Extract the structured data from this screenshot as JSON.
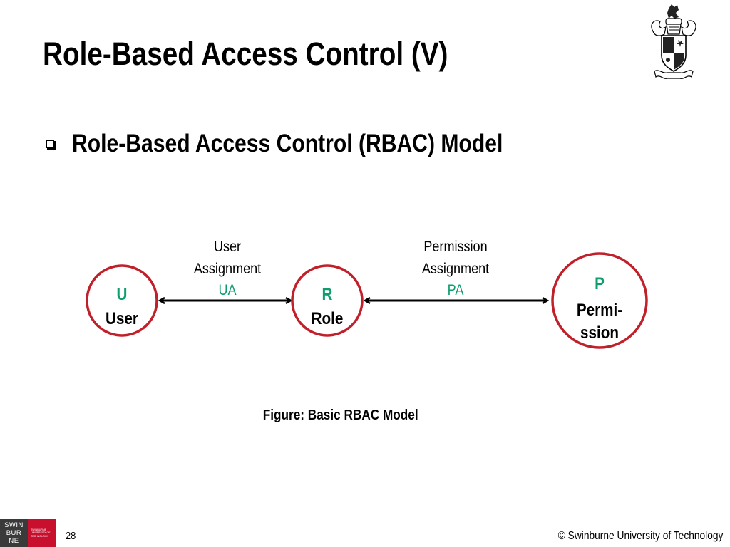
{
  "slide": {
    "title": "Role-Based Access Control (V)",
    "bullet": "Role-Based Access Control (RBAC) Model",
    "page_number": "28",
    "copyright": "© Swinburne University of Technology"
  },
  "logo": {
    "lines": [
      "SWIN",
      "BUR",
      "·NE·"
    ],
    "subtext": [
      "SWINBURNE",
      "UNIVERSITY OF",
      "TECHNOLOGY"
    ]
  },
  "diagram": {
    "nodes": [
      {
        "id": "user",
        "letter": "U",
        "lines": [
          "User"
        ]
      },
      {
        "id": "role",
        "letter": "R",
        "lines": [
          "Role"
        ]
      },
      {
        "id": "permission",
        "letter": "P",
        "lines": [
          "Permi-",
          "ssion"
        ]
      }
    ],
    "edges": [
      {
        "id": "ua",
        "label_lines": [
          "User",
          "Assignment"
        ],
        "abbr": "UA"
      },
      {
        "id": "pa",
        "label_lines": [
          "Permission",
          "Assignment"
        ],
        "abbr": "PA"
      }
    ],
    "caption": "Figure: Basic RBAC Model"
  },
  "colors": {
    "node_border": "#c0202a",
    "node_letter": "#0d9e6c",
    "arrow": "#000000",
    "title_rule": "#a8a8a8",
    "logo_red": "#c8102e",
    "logo_dark": "#3a3a3a"
  },
  "icons": {
    "crest": "university-crest-icon",
    "bullet": "hollow-square-bullet-icon"
  }
}
